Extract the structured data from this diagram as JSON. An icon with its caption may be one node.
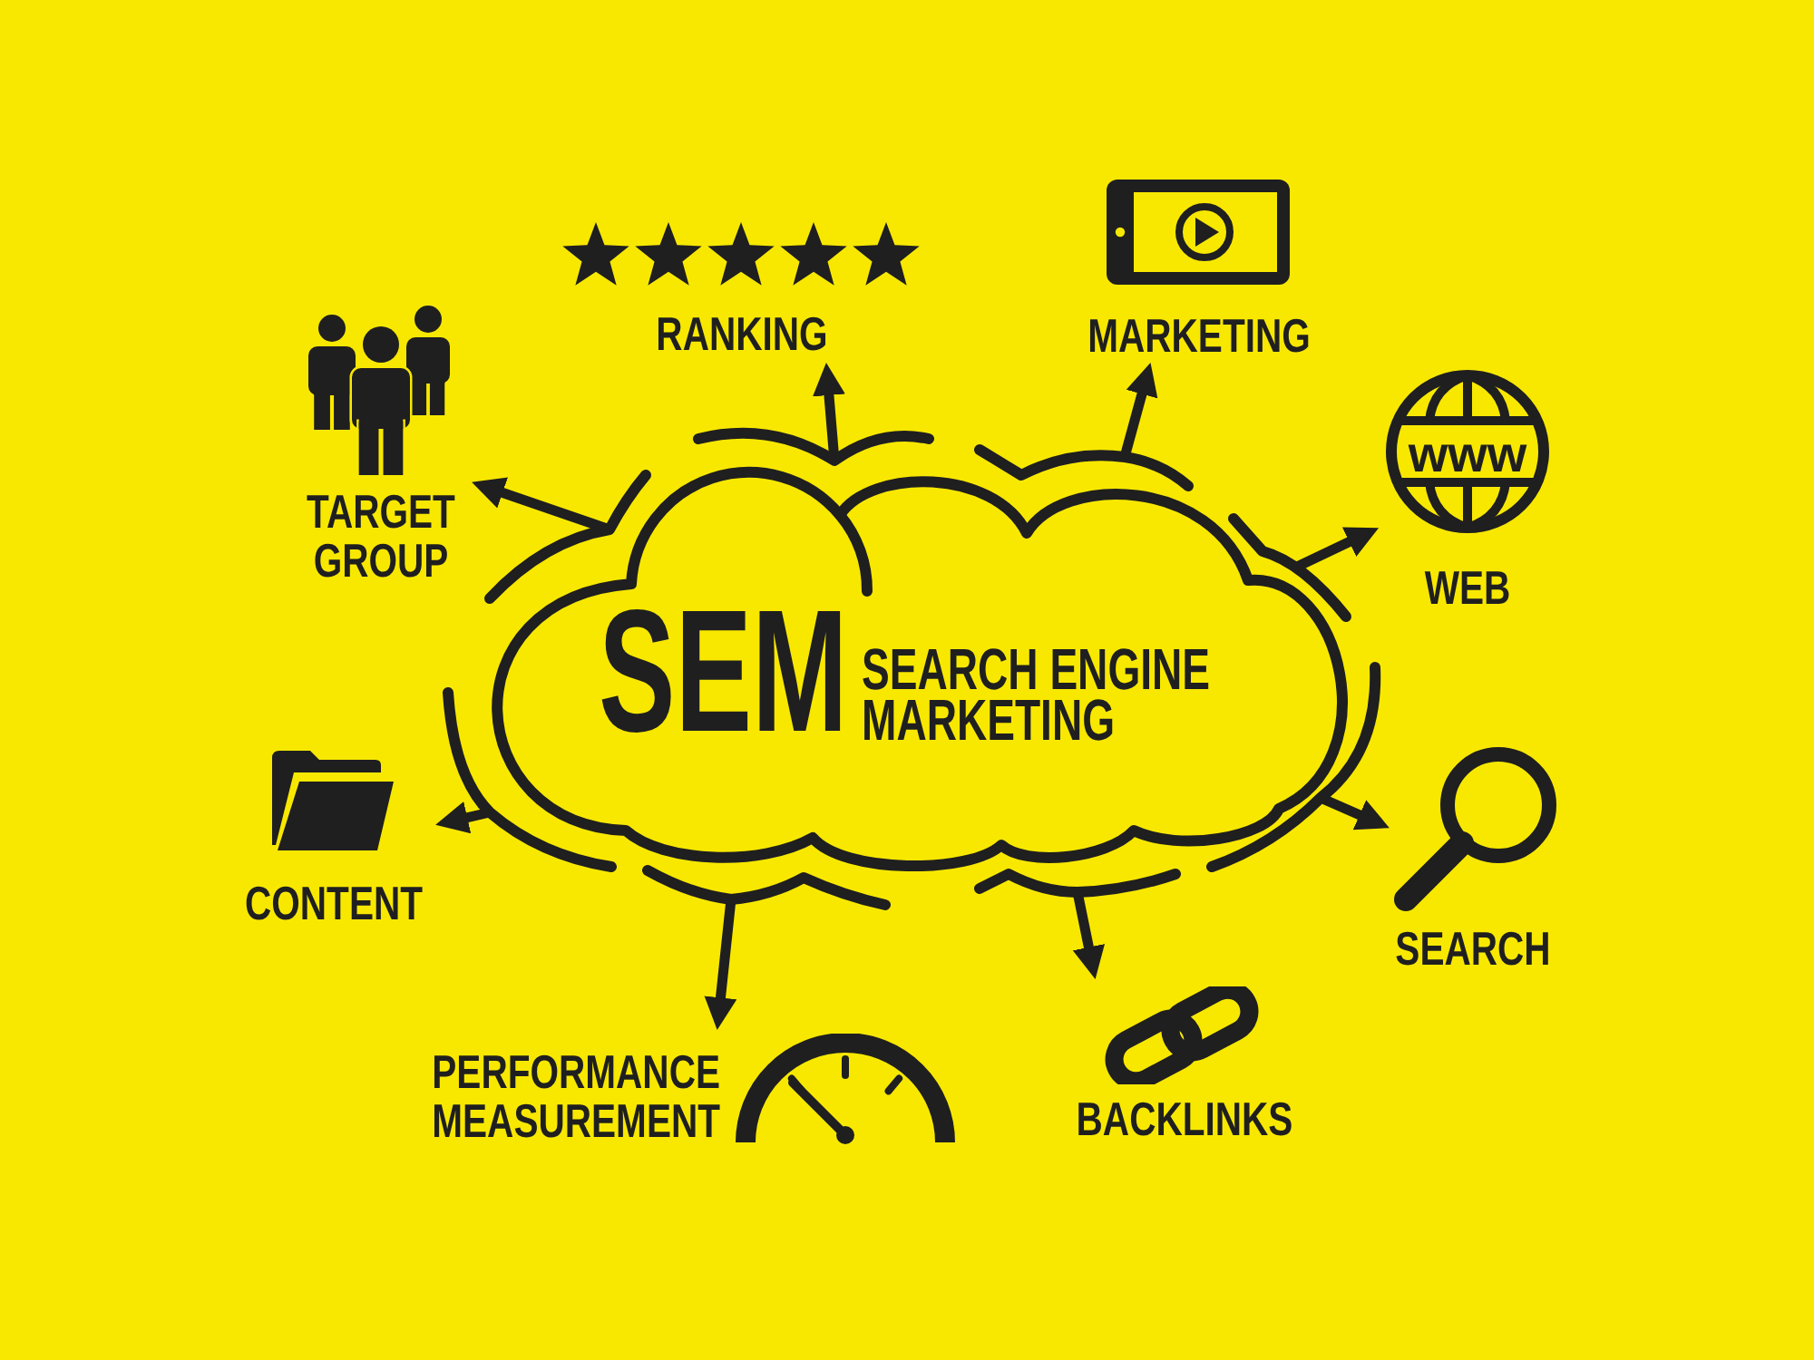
{
  "diagram": {
    "nodes": [
      {
        "text": [
          "SEM",
          "SEARCH ENGINE MARKETING"
        ]
      },
      {
        "text": [
          "RANKING"
        ]
      },
      {
        "text": [
          "MARKETING"
        ]
      },
      {
        "text": [
          "www",
          "WEB"
        ]
      },
      {
        "text": [
          "SEARCH"
        ]
      },
      {
        "text": [
          "BACKLINKS"
        ]
      },
      {
        "text": [
          "PERFORMANCE MEASUREMENT"
        ]
      },
      {
        "text": [
          "CONTENT"
        ]
      },
      {
        "text": [
          "TARGET GROUP"
        ]
      }
    ],
    "edges": [
      {
        "from": 0,
        "to": 1,
        "arrow": "to"
      },
      {
        "from": 0,
        "to": 2,
        "arrow": "to"
      },
      {
        "from": 0,
        "to": 3,
        "arrow": "to"
      },
      {
        "from": 0,
        "to": 4,
        "arrow": "to"
      },
      {
        "from": 0,
        "to": 5,
        "arrow": "to"
      },
      {
        "from": 0,
        "to": 6,
        "arrow": "to"
      },
      {
        "from": 0,
        "to": 7,
        "arrow": "to"
      },
      {
        "from": 0,
        "to": 8,
        "arrow": "to"
      }
    ]
  }
}
